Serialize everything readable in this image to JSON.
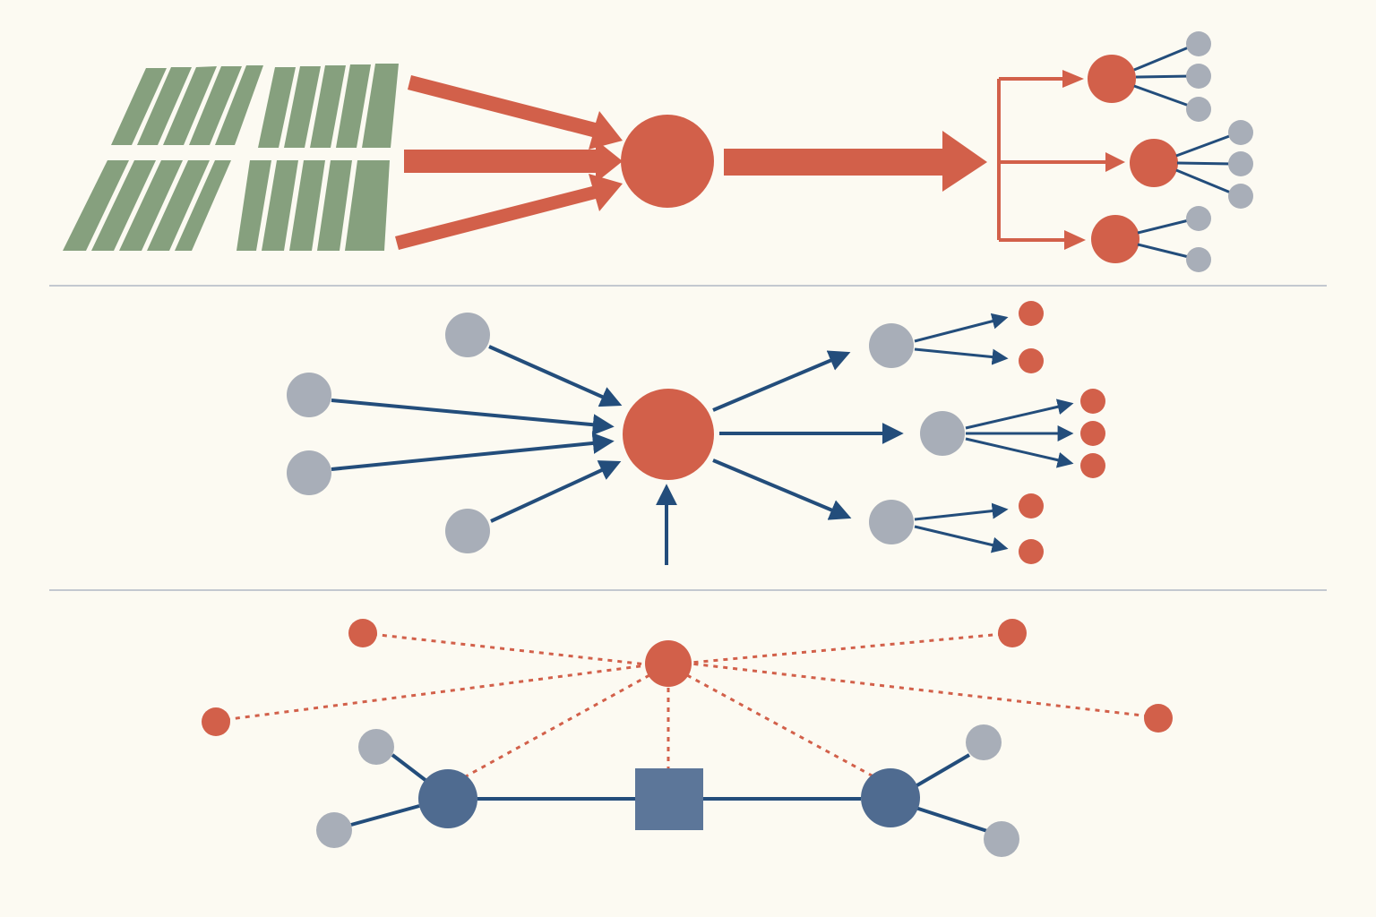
{
  "colors": {
    "background": "#fcfaf2",
    "accent_red": "#d2604a",
    "node_gray": "#a8aeb8",
    "arrow_blue": "#234d7b",
    "node_blue": "#4f6b90",
    "panel_green": "#86a07e",
    "divider": "#c3c8d0"
  },
  "panels": [
    {
      "name": "solar-aggregation-panel",
      "description_shown": false
    },
    {
      "name": "hub-distribution-panel",
      "description_shown": false
    },
    {
      "name": "network-link-panel",
      "description_shown": false
    }
  ],
  "icons": {
    "solar_array": "solar-panel-icon",
    "hub": "hub-node-icon",
    "leaf": "leaf-node-icon",
    "router": "square-router-icon"
  }
}
